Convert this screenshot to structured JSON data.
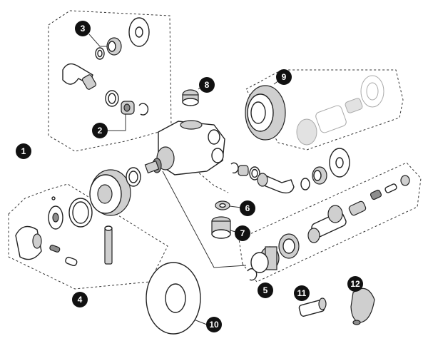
{
  "callouts": [
    {
      "id": "1",
      "label": "1"
    },
    {
      "id": "2",
      "label": "2"
    },
    {
      "id": "3",
      "label": "3"
    },
    {
      "id": "4",
      "label": "4"
    },
    {
      "id": "5",
      "label": "5"
    },
    {
      "id": "6",
      "label": "6"
    },
    {
      "id": "7",
      "label": "7"
    },
    {
      "id": "8",
      "label": "8"
    },
    {
      "id": "9",
      "label": "9"
    },
    {
      "id": "10",
      "label": "10"
    },
    {
      "id": "11",
      "label": "11"
    },
    {
      "id": "12",
      "label": "12"
    }
  ],
  "colors": {
    "callout_fill": "#111111",
    "callout_text": "#ffffff",
    "line": "#222222",
    "shade": "#cfcfcf"
  }
}
